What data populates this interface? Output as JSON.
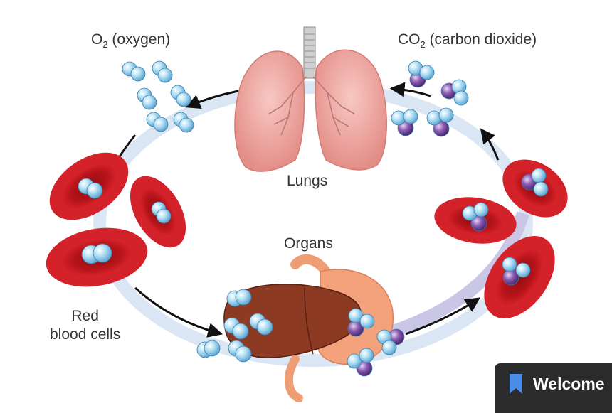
{
  "labels": {
    "o2_main": "O",
    "o2_sub": "2",
    "o2_rest": " (oxygen)",
    "co2_main": "CO",
    "co2_sub": "2",
    "co2_rest": " (carbon dioxide)",
    "lungs": "Lungs",
    "organs": "Organs",
    "rbc_line1": "Red",
    "rbc_line2": "blood cells"
  },
  "toast": {
    "text": "Welcome",
    "icon": "bookmark-icon"
  },
  "colors": {
    "oxygen": "#a9daf2",
    "carbon": "#7a4fa0",
    "blood_cell": "#c8161d",
    "lungs": "#f0a9a3",
    "liver": "#8a3520",
    "stomach": "#ef9d75",
    "cycle_ring": "#d6e3f3",
    "toast_bg": "#2b2b2b",
    "toast_icon": "#4a8ce6"
  }
}
